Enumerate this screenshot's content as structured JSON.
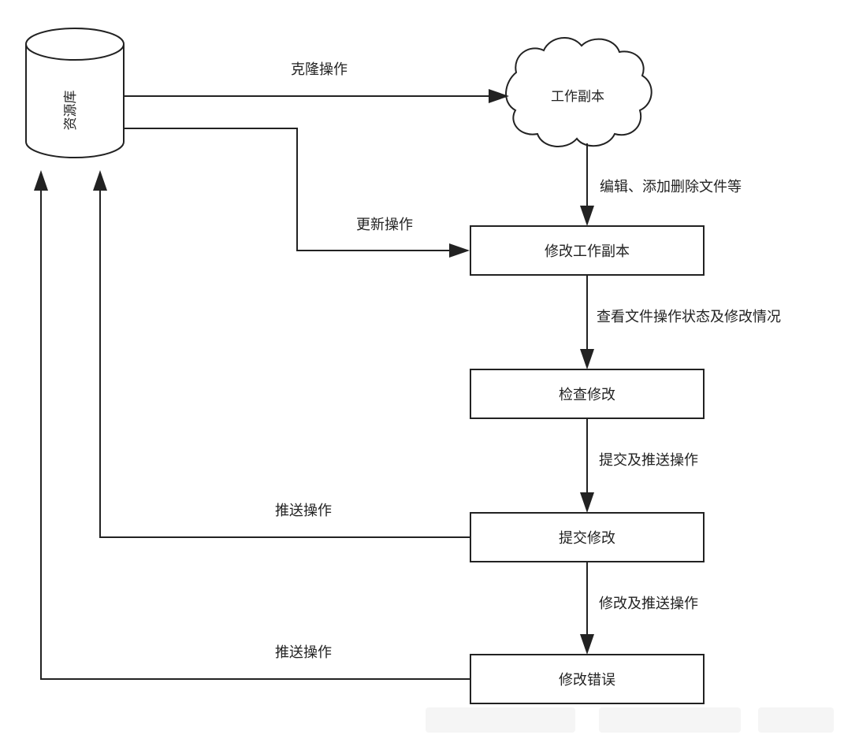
{
  "nodes": {
    "repository": "资源库",
    "working_copy": "工作副本",
    "modify_working_copy": "修改工作副本",
    "check_changes": "检查修改",
    "commit_changes": "提交修改",
    "fix_errors": "修改错误"
  },
  "edges": {
    "clone": "克隆操作",
    "edit": "编辑、添加删除文件等",
    "update": "更新操作",
    "view_status": "查看文件操作状态及修改情况",
    "commit_push": "提交及推送操作",
    "push_from_commit": "推送操作",
    "fix_push": "修改及推送操作",
    "push_from_fix": "推送操作"
  }
}
